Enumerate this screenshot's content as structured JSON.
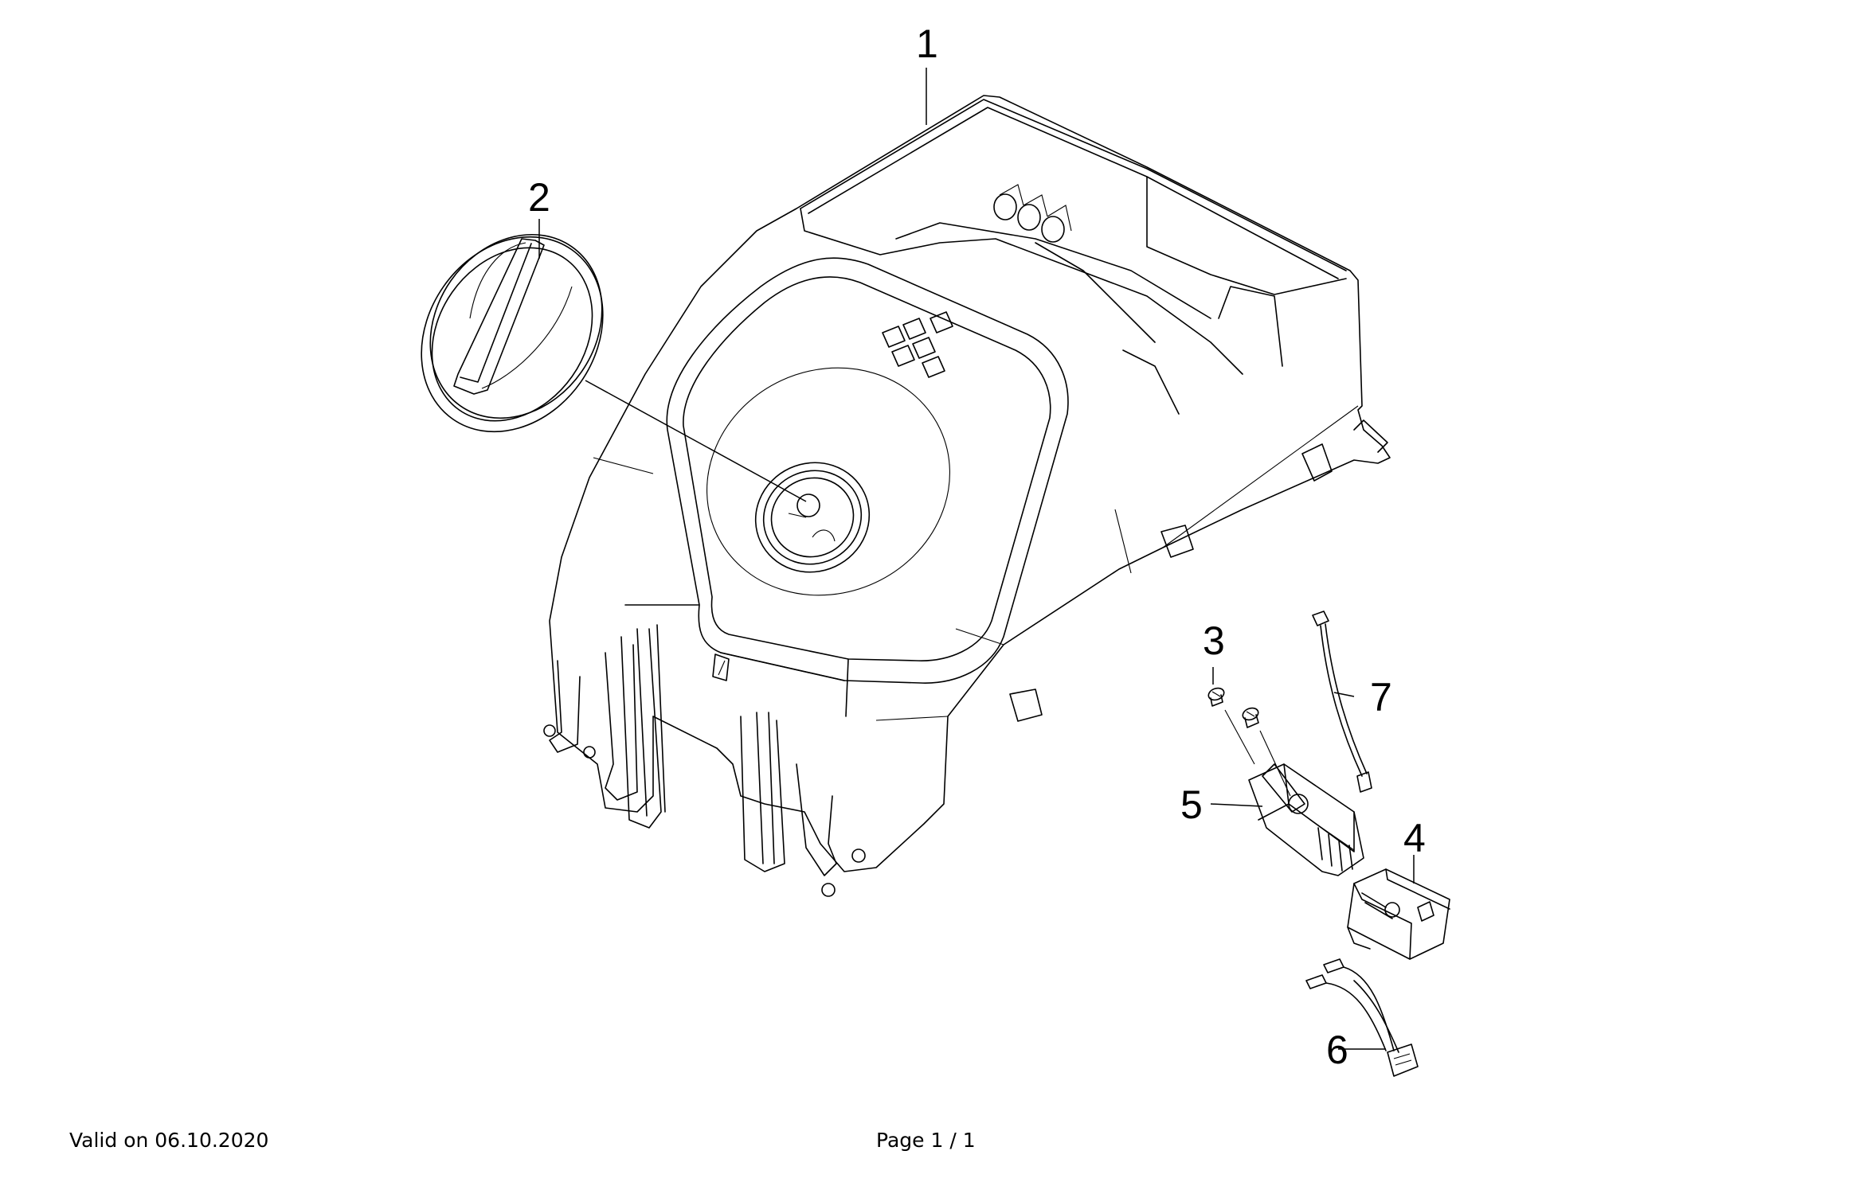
{
  "callouts": [
    "1",
    "2",
    "3",
    "4",
    "5",
    "6",
    "7"
  ],
  "footer": {
    "valid": "Valid on 06.10.2020",
    "page": "Page 1 / 1"
  }
}
